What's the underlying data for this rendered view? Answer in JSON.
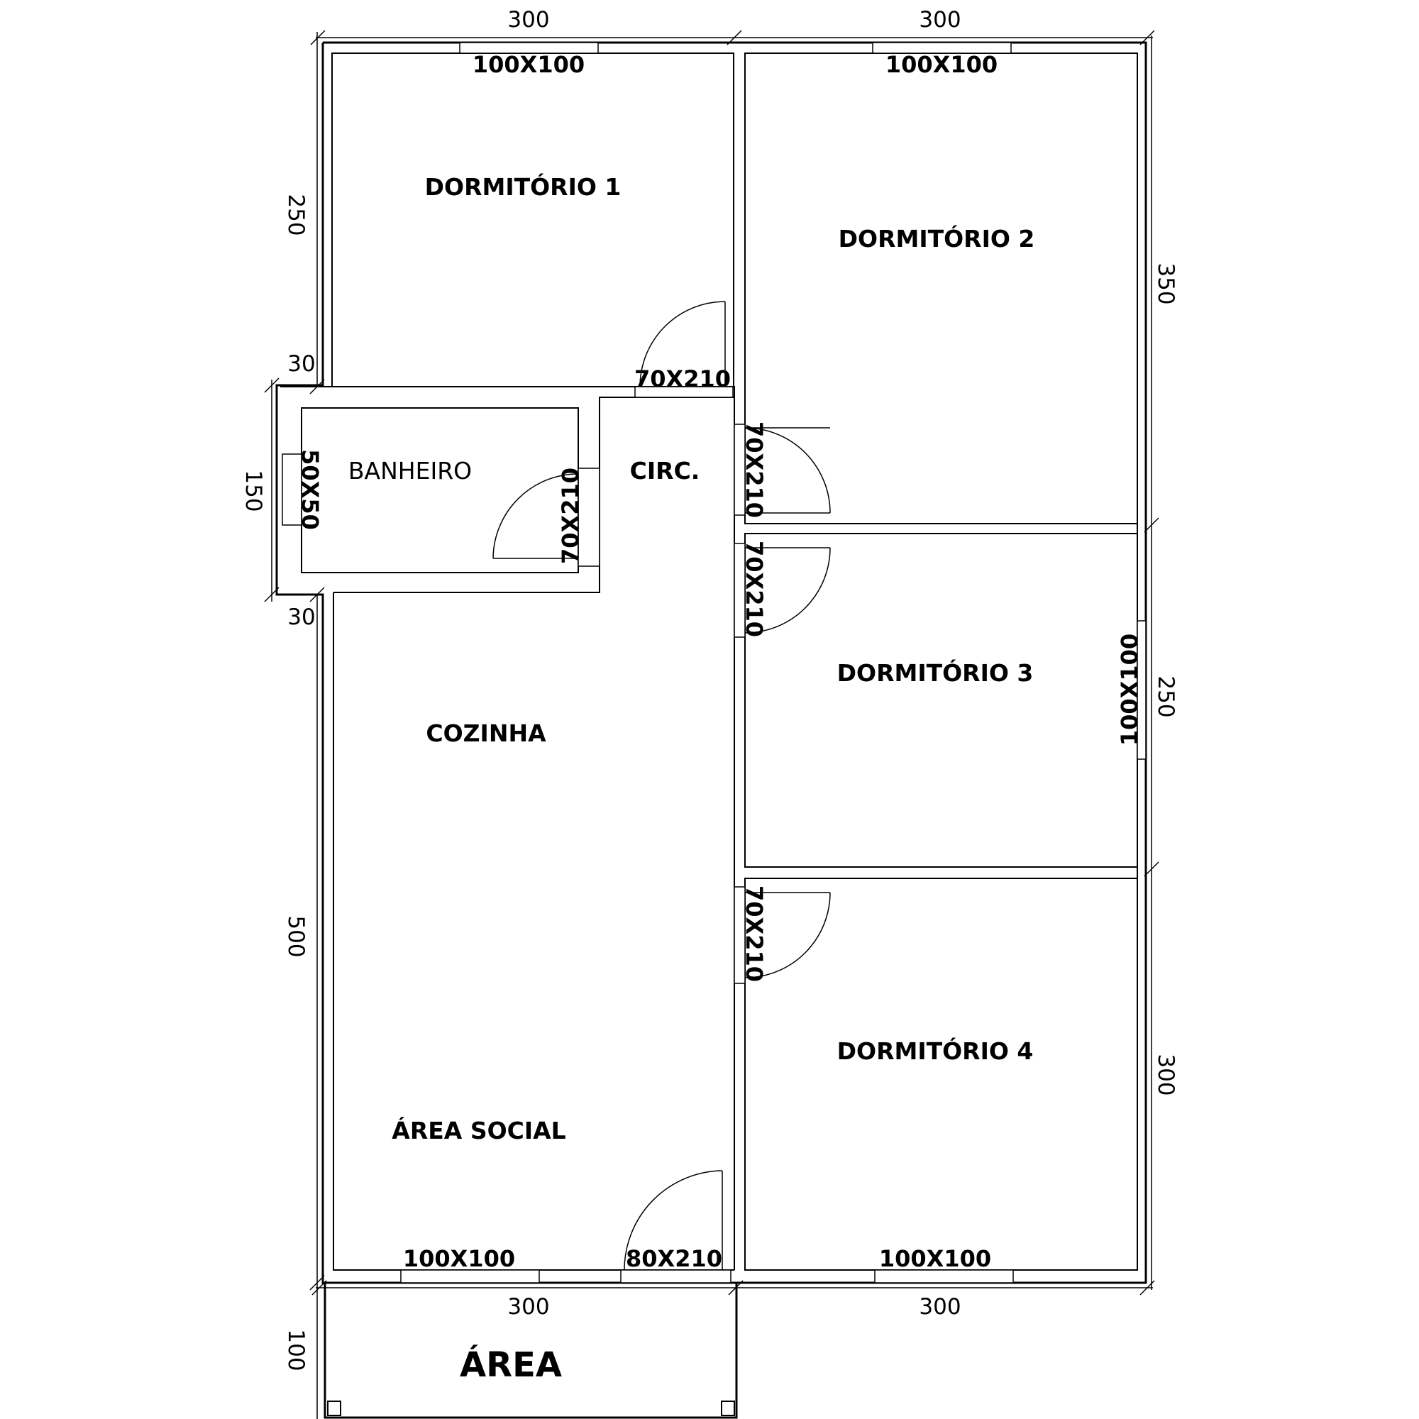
{
  "rooms": {
    "dorm1": "DORMITÓRIO 1",
    "dorm2": "DORMITÓRIO 2",
    "dorm3": "DORMITÓRIO 3",
    "dorm4": "DORMITÓRIO 4",
    "banheiro": "BANHEIRO",
    "circ": "CIRC.",
    "cozinha": "COZINHA",
    "social": "ÁREA SOCIAL",
    "area": "ÁREA"
  },
  "openings": {
    "win_dorm1_top": "100X100",
    "win_dorm2_top": "100X100",
    "door_dorm1": "70X210",
    "door_dorm2": "70X210",
    "door_banheiro": "70X210",
    "win_banheiro": "50X50",
    "door_dorm3": "70X210",
    "win_dorm3": "100X100",
    "door_dorm4": "70X210",
    "win_social_bottom": "100X100",
    "door_entry": "80X210",
    "win_dorm4_bottom": "100X100"
  },
  "dimensions": {
    "top_left": "300",
    "top_right": "300",
    "left_dorm1": "250",
    "left_step_top": "30",
    "left_banheiro": "150",
    "left_step_bottom": "30",
    "left_social": "500",
    "left_area": "100",
    "right_dorm2": "350",
    "right_dorm3": "250",
    "right_dorm4": "300",
    "bottom_left": "300",
    "bottom_right": "300"
  }
}
